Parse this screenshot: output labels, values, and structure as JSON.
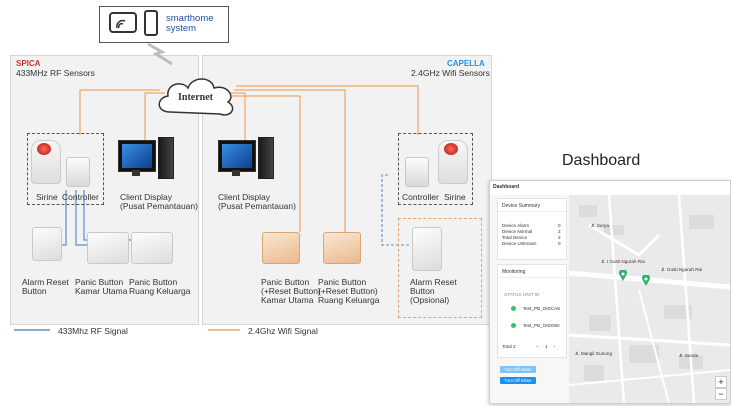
{
  "smarthome": {
    "label_line1": "smarthome",
    "label_line2": "system"
  },
  "internet": "Internet",
  "left_panel": {
    "brand": "SPICA",
    "subtitle": "433MHz RF Sensors",
    "brand_color": "#d9302c"
  },
  "right_panel": {
    "brand": "CAPELLA",
    "subtitle": "2.4GHz Wifi Sensors",
    "brand_color": "#2a8fd6"
  },
  "left_devices": {
    "sirine": "Sirine",
    "controller": "Controller",
    "client_display_line1": "Client Display",
    "client_display_line2": "(Pusat Pemantauan)",
    "alarm_reset_line1": "Alarm Reset",
    "alarm_reset_line2": "Button",
    "panic_kamar_line1": "Panic Button",
    "panic_kamar_line2": "Kamar Utama",
    "panic_ruang_line1": "Panic Button",
    "panic_ruang_line2": "Ruang Keluarga"
  },
  "right_devices": {
    "client_display_line1": "Client Display",
    "client_display_line2": "(Pusat Pemantauan)",
    "controller": "Controller",
    "sirine": "Sirine",
    "panic_kamar_line1": "Panic Button",
    "panic_kamar_line2": "(+Reset Button)",
    "panic_kamar_line3": "Kamar Utama",
    "panic_ruang_line1": "Panic Button",
    "panic_ruang_line2": "(+Reset Button)",
    "panic_ruang_line3": "Ruang Keluarga",
    "alarm_reset_line1": "Alarm Reset",
    "alarm_reset_line2": "Button",
    "alarm_reset_line3": "(Opsional)"
  },
  "legend": {
    "rf": "433Mhz RF Signal",
    "wifi": "2.4Ghz Wifi Signal",
    "rf_color": "#5b8fc9",
    "wifi_color": "#f0a76a"
  },
  "dashboard_heading": "Dashboard",
  "dashboard": {
    "title": "Dashboard",
    "device_summary": {
      "heading": "Device Summary",
      "rows": [
        {
          "label": "Device Alarm",
          "value": "0"
        },
        {
          "label": "Device Normal",
          "value": "2"
        },
        {
          "label": "Total Device",
          "value": "2"
        },
        {
          "label": "Device Unknown",
          "value": "0"
        }
      ]
    },
    "monitoring": {
      "heading": "Monitoring",
      "col_status": "STATUS",
      "col_unit": "UNIT ID",
      "rows": [
        {
          "unit": "Test_PB_OIDCA8"
        },
        {
          "unit": "Test_PB_OIDO90"
        }
      ],
      "total": "Total 2",
      "prev": "<",
      "page": "1",
      "next": ">"
    },
    "buttons": {
      "turn_off_alarm": "Turn Off Alarm",
      "turn_off_sirine": "Turn Off Sirine"
    },
    "map": {
      "road_main": "Jl. I Gusti Ngurah Rai",
      "road_2": "Jl. Gusti Ngurah Rai",
      "road_3": "Jl. Surya",
      "road_4": "Jl. Mangli Gunung",
      "road_5": "Jl. Sunda",
      "zoom_in": "+",
      "zoom_out": "−"
    }
  }
}
